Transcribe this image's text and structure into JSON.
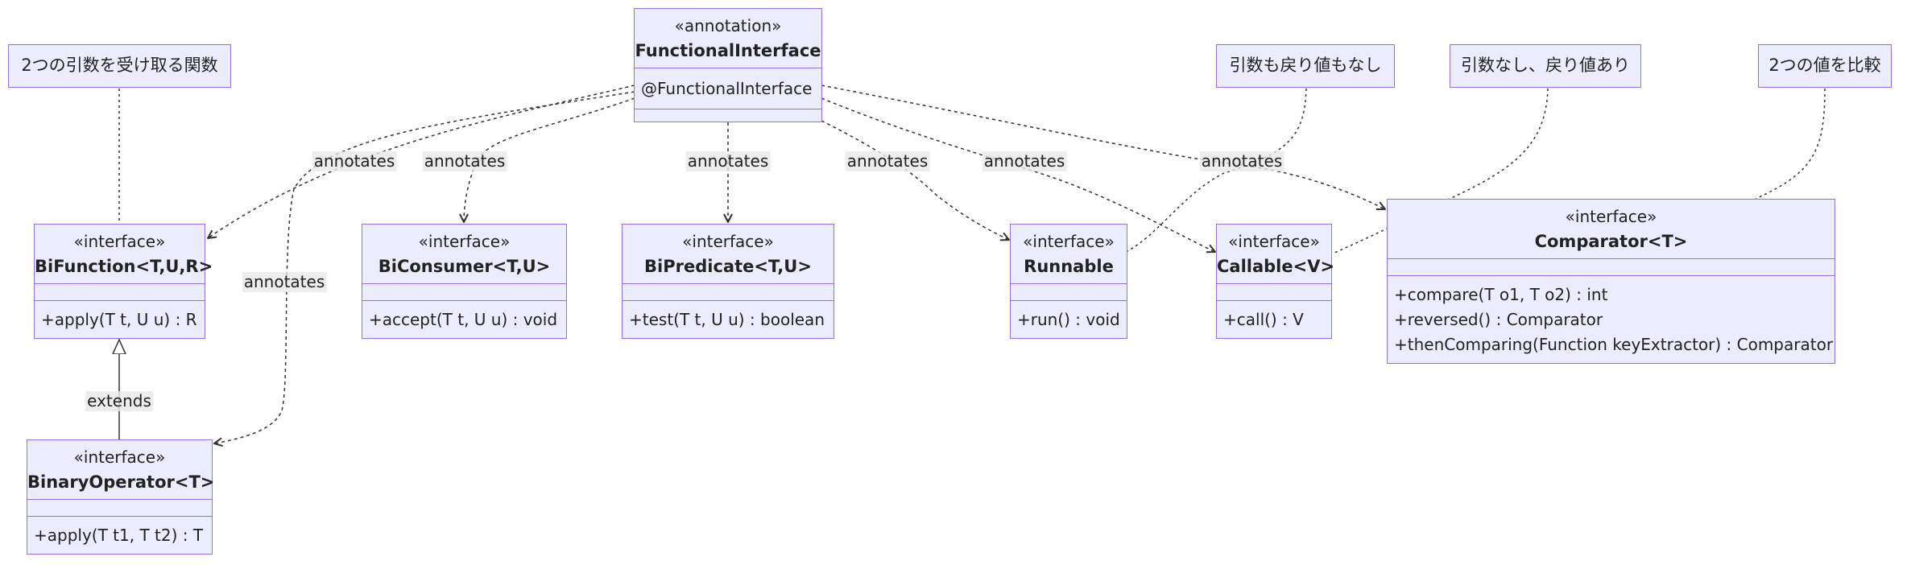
{
  "nodes": {
    "functional_interface": {
      "stereotype": "«annotation»",
      "name": "FunctionalInterface",
      "attributes": [
        "@FunctionalInterface"
      ],
      "methods": []
    },
    "bifunction": {
      "stereotype": "«interface»",
      "name": "BiFunction<T,U,R>",
      "attributes": [],
      "methods": [
        "+apply(T t, U u) : R"
      ]
    },
    "biconsumer": {
      "stereotype": "«interface»",
      "name": "BiConsumer<T,U>",
      "attributes": [],
      "methods": [
        "+accept(T t, U u) : void"
      ]
    },
    "bipredicate": {
      "stereotype": "«interface»",
      "name": "BiPredicate<T,U>",
      "attributes": [],
      "methods": [
        "+test(T t, U u) : boolean"
      ]
    },
    "runnable": {
      "stereotype": "«interface»",
      "name": "Runnable",
      "attributes": [],
      "methods": [
        "+run() : void"
      ]
    },
    "callable": {
      "stereotype": "«interface»",
      "name": "Callable<V>",
      "attributes": [],
      "methods": [
        "+call() : V"
      ]
    },
    "comparator": {
      "stereotype": "«interface»",
      "name": "Comparator<T>",
      "attributes": [],
      "methods": [
        "+compare(T o1, T o2) : int",
        "+reversed() : Comparator",
        "+thenComparing(Function keyExtractor) : Comparator"
      ]
    },
    "binary_operator": {
      "stereotype": "«interface»",
      "name": "BinaryOperator<T>",
      "attributes": [],
      "methods": [
        "+apply(T t1, T t2) : T"
      ]
    }
  },
  "notes": {
    "bifunction": "2つの引数を受け取る関数",
    "runnable": "引数も戻り値もなし",
    "callable": "引数なし、戻り値あり",
    "comparator": "2つの値を比較"
  },
  "edge_labels": {
    "annotates": "annotates",
    "extends": "extends"
  },
  "colors": {
    "node_fill": "#ECECFF",
    "node_border": "#9370DB",
    "edge": "#333333",
    "label_bg": "#E8E8E8"
  }
}
